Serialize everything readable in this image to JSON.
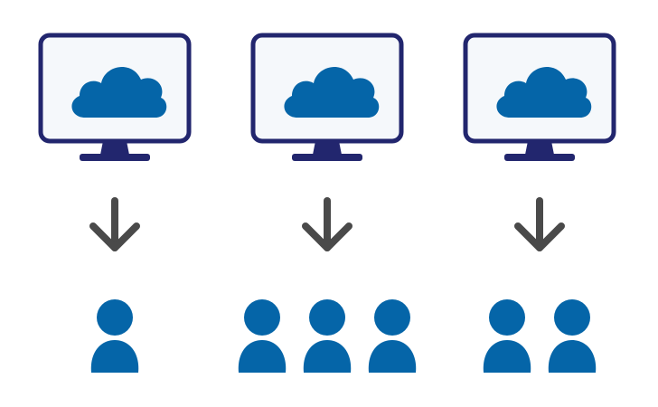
{
  "colors": {
    "monitor_frame": "#22266e",
    "monitor_screen": "#f5f8fb",
    "cloud": "#0565a8",
    "arrow": "#4a4a4a",
    "user": "#0565a8",
    "background": "#ffffff"
  },
  "icons": {
    "monitor": "monitor-with-cloud-icon",
    "arrow": "arrow-down-icon",
    "user": "user-icon"
  },
  "columns": [
    {
      "id": "deployment-1",
      "user_count": 1
    },
    {
      "id": "deployment-2",
      "user_count": 3
    },
    {
      "id": "deployment-3",
      "user_count": 2
    }
  ]
}
